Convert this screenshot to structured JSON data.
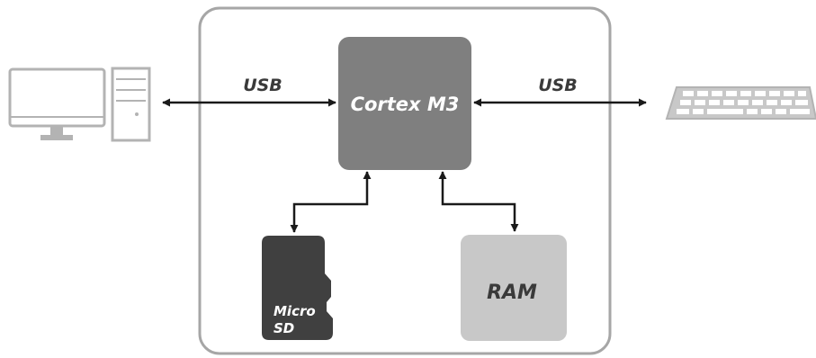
{
  "diagram": {
    "cpu_label": "Cortex M3",
    "usb_left_label": "USB",
    "usb_right_label": "USB",
    "sd_label_line1": "Micro",
    "sd_label_line2": "SD",
    "ram_label": "RAM"
  },
  "colors": {
    "board_border": "#a6a6a6",
    "cpu_fill": "#7f7f7f",
    "ram_fill": "#c8c8c8",
    "sd_fill": "#404040",
    "arrow": "#1a1a1a",
    "device_outline": "#b3b3b3",
    "label_dark": "#3a3a3a",
    "label_light": "#ffffff"
  },
  "icons": {
    "computer": "desktop-computer-icon",
    "keyboard": "keyboard-icon",
    "sd_card": "micro-sd-card-icon"
  }
}
